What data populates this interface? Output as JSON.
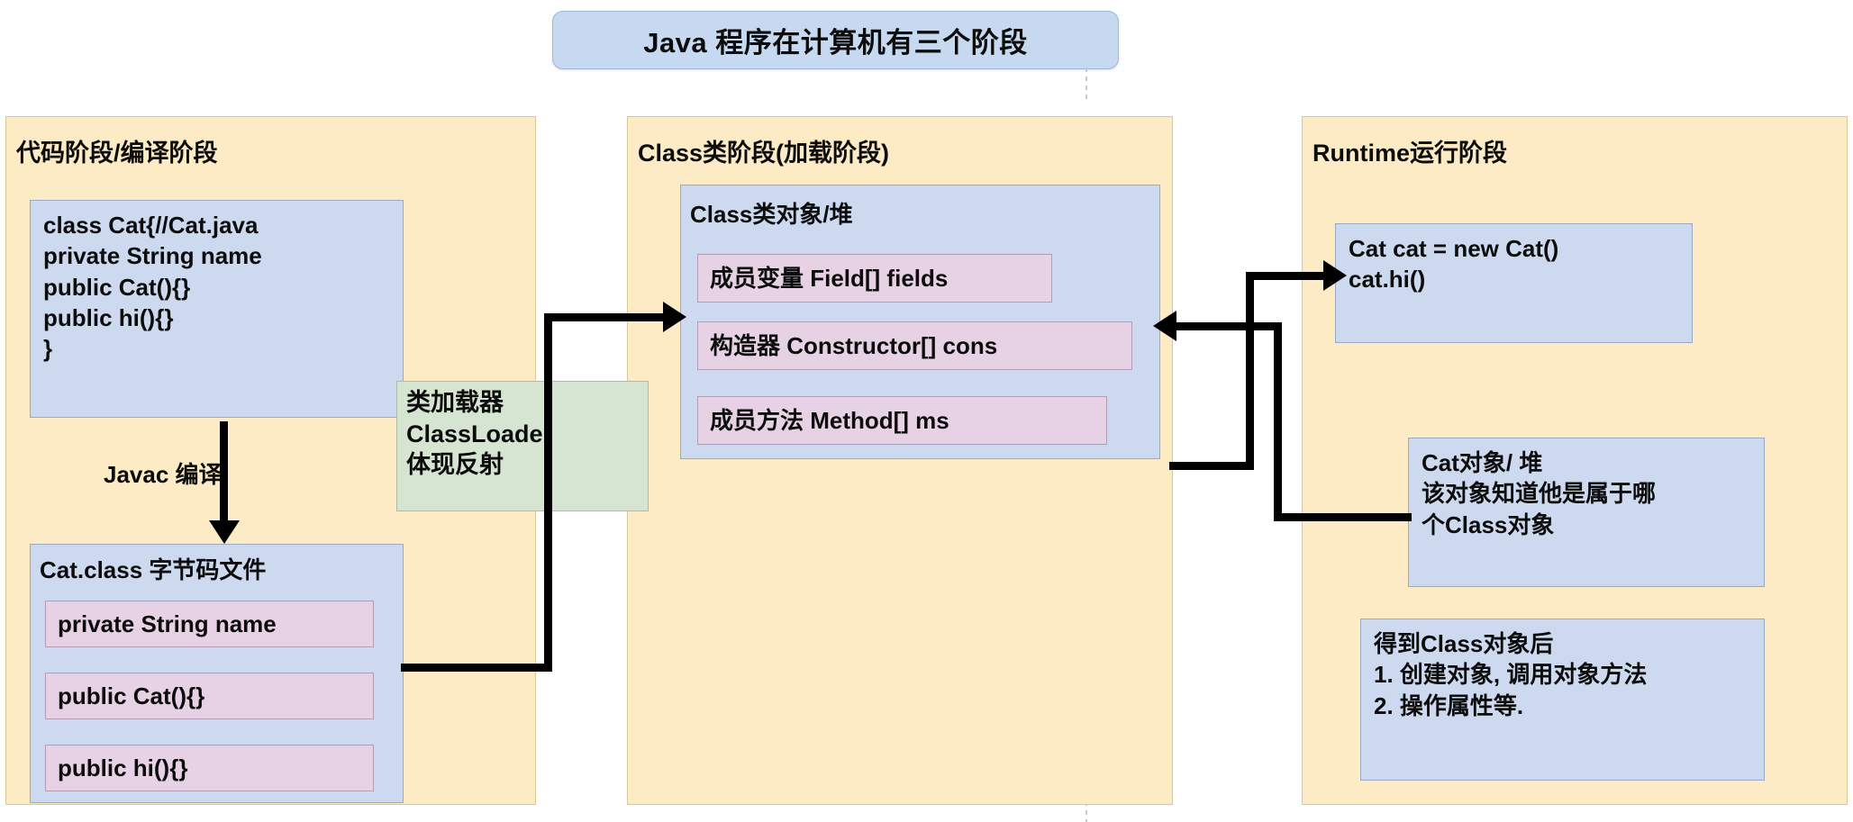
{
  "title": {
    "text": "Java 程序在计算机有三个阶段"
  },
  "stages": {
    "compile": {
      "panel_title": "代码阶段/编译阶段",
      "source_code": "class Cat{//Cat.java\nprivate String name\npublic Cat(){}\npublic hi(){}\n}",
      "compile_label": "Javac 编译",
      "bytecode_title": "Cat.class 字节码文件",
      "bytecode_members": [
        "private String name",
        "public Cat(){}",
        "public hi(){}"
      ]
    },
    "classload": {
      "panel_title": "Class类阶段(加载阶段)",
      "class_object_title": "Class类对象/堆",
      "class_members": [
        "成员变量 Field[] fields",
        "构造器 Constructor[] cons",
        "成员方法 Method[] ms"
      ]
    },
    "runtime": {
      "panel_title": "Runtime运行阶段",
      "run_code": "Cat cat = new Cat()\ncat.hi()",
      "cat_object_note": "Cat对象/ 堆\n该对象知道他是属于哪\n个Class对象",
      "class_usage_note": "得到Class对象后\n1. 创建对象, 调用对象方法\n2. 操作属性等."
    }
  },
  "classloader": {
    "text": "类加载器\nClassLoader\n体现反射"
  },
  "colors": {
    "panel_bg": "#fcebc4",
    "panel_border": "#d9c893",
    "blue_box": "#ccd9ef",
    "blue_border": "#9aa9c8",
    "pink_box": "#e6d2e4",
    "pink_border": "#b49cb4",
    "green_box": "#d6e4d2",
    "green_border": "#a9bfa3",
    "title_box": "#c6d9f0",
    "arrow": "#000000",
    "text": "#0d0d0d"
  }
}
